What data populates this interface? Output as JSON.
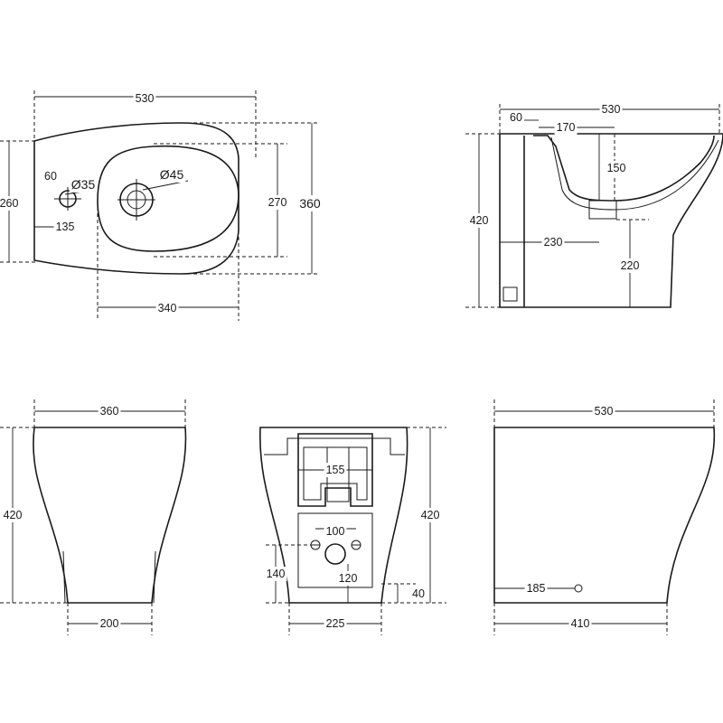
{
  "views": {
    "top": {
      "width": "530",
      "depth_overall": "360",
      "depth_rear": "260",
      "bowl_depth": "270",
      "bowl_width": "340",
      "tap_offset": "60",
      "tap_hole_center": "135",
      "tap_hole_dia": "Ø35",
      "drain_dia": "Ø45"
    },
    "section": {
      "width": "530",
      "rear_offset": "60",
      "inlet_offset": "170",
      "bowl_depth": "150",
      "height": "420",
      "outlet_offset": "230",
      "outlet_height": "220"
    },
    "front": {
      "top_width": "360",
      "height": "420",
      "base_width": "200"
    },
    "back": {
      "pan_width": "155",
      "fixing_spacing": "100",
      "height": "420",
      "fixing_height": "140",
      "drain_height": "120",
      "base_offset": "40",
      "base_width": "225"
    },
    "side": {
      "width": "530",
      "fixing_offset": "185",
      "base_width": "410"
    }
  }
}
